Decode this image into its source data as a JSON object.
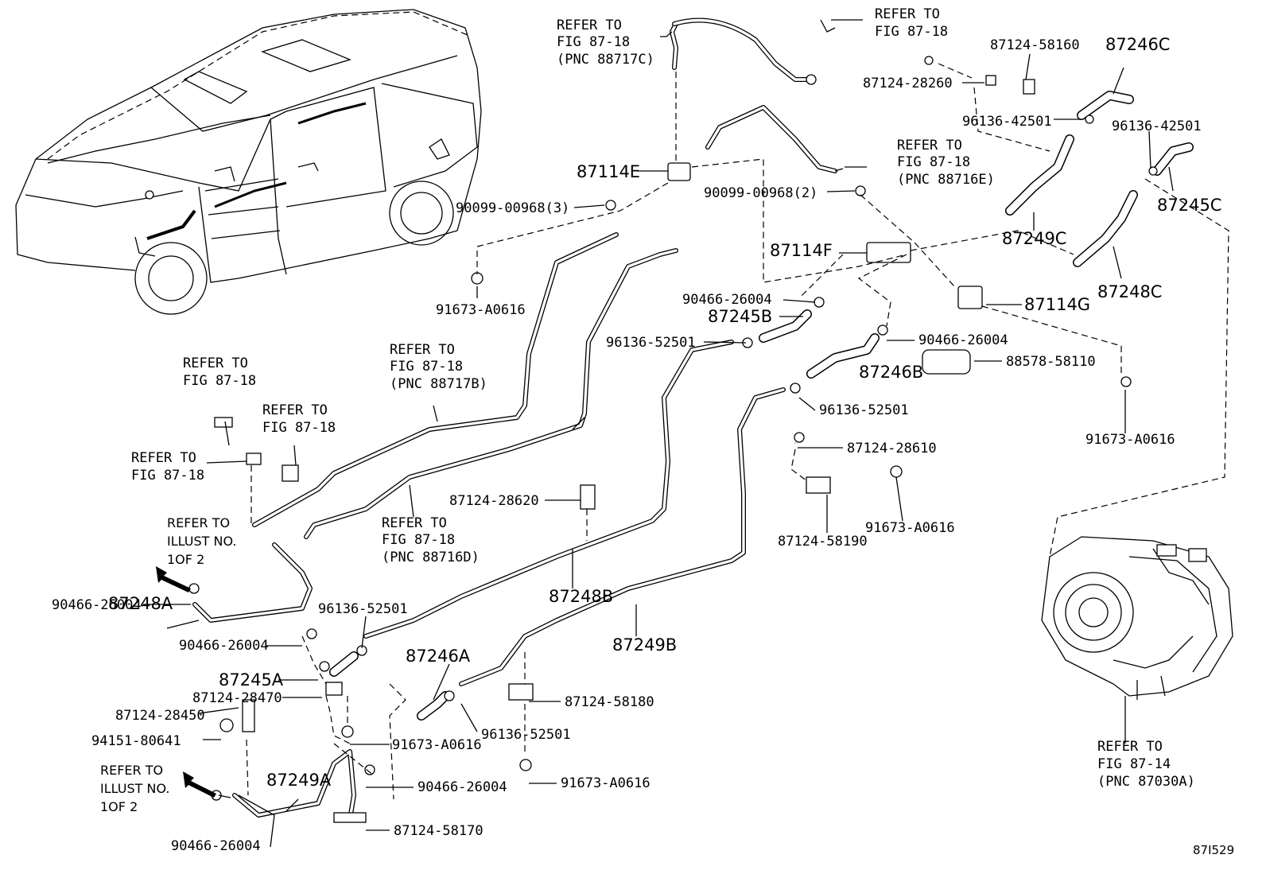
{
  "parts": {
    "p_87114E": "87114E",
    "p_87114F": "87114F",
    "p_87114G": "87114G",
    "p_87245A": "87245A",
    "p_87245B": "87245B",
    "p_87245C": "87245C",
    "p_87246A": "87246A",
    "p_87246B": "87246B",
    "p_87246C": "87246C",
    "p_87248A": "87248A",
    "p_87248B": "87248B",
    "p_87248C": "87248C",
    "p_87249A": "87249A",
    "p_87249B": "87249B",
    "p_87249C": "87249C",
    "p_87124_58160": "87124-58160",
    "p_87124_28260": "87124-28260",
    "p_96136_42501_a": "96136-42501",
    "p_96136_42501_b": "96136-42501",
    "p_90099_00968_3": "90099-00968(3)",
    "p_90099_00968_2": "90099-00968(2)",
    "p_91673_A0616_a": "91673-A0616",
    "p_91673_A0616_b": "91673-A0616",
    "p_91673_A0616_c": "91673-A0616",
    "p_91673_A0616_d": "91673-A0616",
    "p_91673_A0616_e": "91673-A0616",
    "p_90466_26004_a": "90466-26004",
    "p_90466_26004_b": "90466-26004",
    "p_90466_26004_c": "90466-26004",
    "p_90466_26004_d": "90466-26004",
    "p_90466_26004_e": "90466-26004",
    "p_90466_26004_f": "90466-26004",
    "p_96136_52501_a": "96136-52501",
    "p_96136_52501_b": "96136-52501",
    "p_96136_52501_c": "96136-52501",
    "p_96136_52501_d": "96136-52501",
    "p_88578_58110": "88578-58110",
    "p_87124_28610": "87124-28610",
    "p_87124_28620": "87124-28620",
    "p_87124_58190": "87124-58190",
    "p_87124_28470": "87124-28470",
    "p_87124_28450": "87124-28450",
    "p_94151_80641": "94151-80641",
    "p_87124_58180": "87124-58180",
    "p_87124_58170": "87124-58170"
  },
  "refs": {
    "r1": [
      "REFER TO",
      "FIG 87-18",
      "(PNC 88717C)"
    ],
    "r2": [
      "REFER TO",
      "FIG 87-18"
    ],
    "r3": [
      "REFER TO",
      "FIG 87-18",
      "(PNC 88716E)"
    ],
    "r4": [
      "REFER TO",
      "FIG 87-18",
      "(PNC 88717B)"
    ],
    "r5": [
      "REFER TO",
      "FIG 87-18"
    ],
    "r6": [
      "REFER TO",
      "FIG 87-18"
    ],
    "r7": [
      "REFER TO",
      "FIG 87-18"
    ],
    "r8": [
      "REFER TO",
      "FIG 87-18",
      "(PNC 88716D)"
    ],
    "r9": [
      "REFER TO",
      "FIG 87-14",
      "(PNC 87030A)"
    ],
    "illust1": [
      "REFER TO",
      "ILLUST NO.",
      "1OF 2"
    ],
    "illust2": [
      "REFER TO",
      "ILLUST NO.",
      "1OF 2"
    ]
  },
  "figure_id": "87I529"
}
